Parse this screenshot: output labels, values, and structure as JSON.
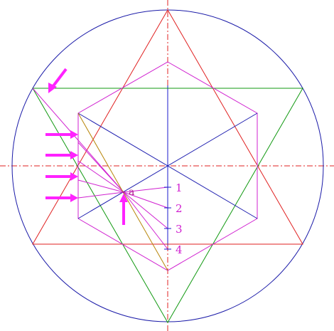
{
  "colors": {
    "circle": "#1a1aa8",
    "axis": "#e02020",
    "vertical_axis": "#1a1acc",
    "triangle_up": "#e02020",
    "triangle_down": "#119911",
    "hexagon": "#d020d0",
    "diagonals": "#2020b0",
    "construction": "#d020d0",
    "construction_alt": "#b8860b",
    "arrow": "#ff22ff",
    "label": "#d020d0",
    "point_label": "#b02090"
  },
  "labels": {
    "point_a": "a",
    "tick_1": "1",
    "tick_2": "2",
    "tick_3": "3",
    "tick_4": "4"
  }
}
